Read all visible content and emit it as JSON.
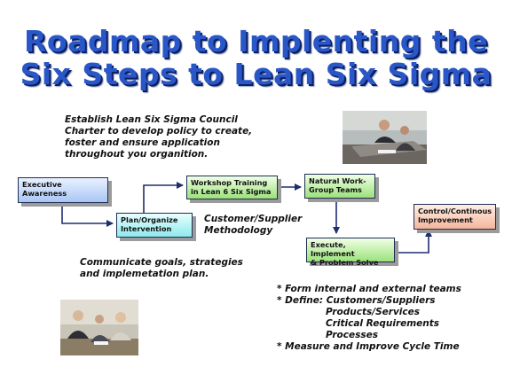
{
  "title": {
    "line1": "Roadmap to Implenting the",
    "line2": "Six Steps to Lean Six Sigma"
  },
  "notes": {
    "council": "Establish Lean Six Sigma Council\nCharter to develop policy to create,\nfoster and ensure application\nthroughout you organition.",
    "customer": "Customer/Supplier\nMethodology",
    "communicate": "Communicate goals, strategies\nand implemetation plan."
  },
  "steps": {
    "executive": "Executive\nAwareness",
    "plan": "Plan/Organize\nIntervention",
    "workshop": "Workshop Training\nin Lean 6 Six Sigma",
    "natural": "Natural Work-\nGroup Teams",
    "execute": "Execute, Implement\n& Problem Solve",
    "control": "Control/Continous\nImprovement"
  },
  "bullets": {
    "b1": "* Form internal and external teams",
    "b2": "* Define: Customers/Suppliers",
    "b3": "Products/Services",
    "b4": "Critical Requirements",
    "b5": "Processes",
    "b6": "* Measure and Improve Cycle Time"
  },
  "colors": {
    "title": "#2a57c8",
    "connector": "#1f2e6e",
    "executive_box": "#a9c6f5",
    "plan_box": "#8ee9ee",
    "workshop_box": "#9be27a",
    "natural_box": "#9be27a",
    "execute_box": "#9be27a",
    "control_box": "#f4b59b"
  },
  "images": {
    "meeting_photo_top": "business-meeting-photo",
    "meeting_photo_bottom": "business-meeting-photo"
  }
}
